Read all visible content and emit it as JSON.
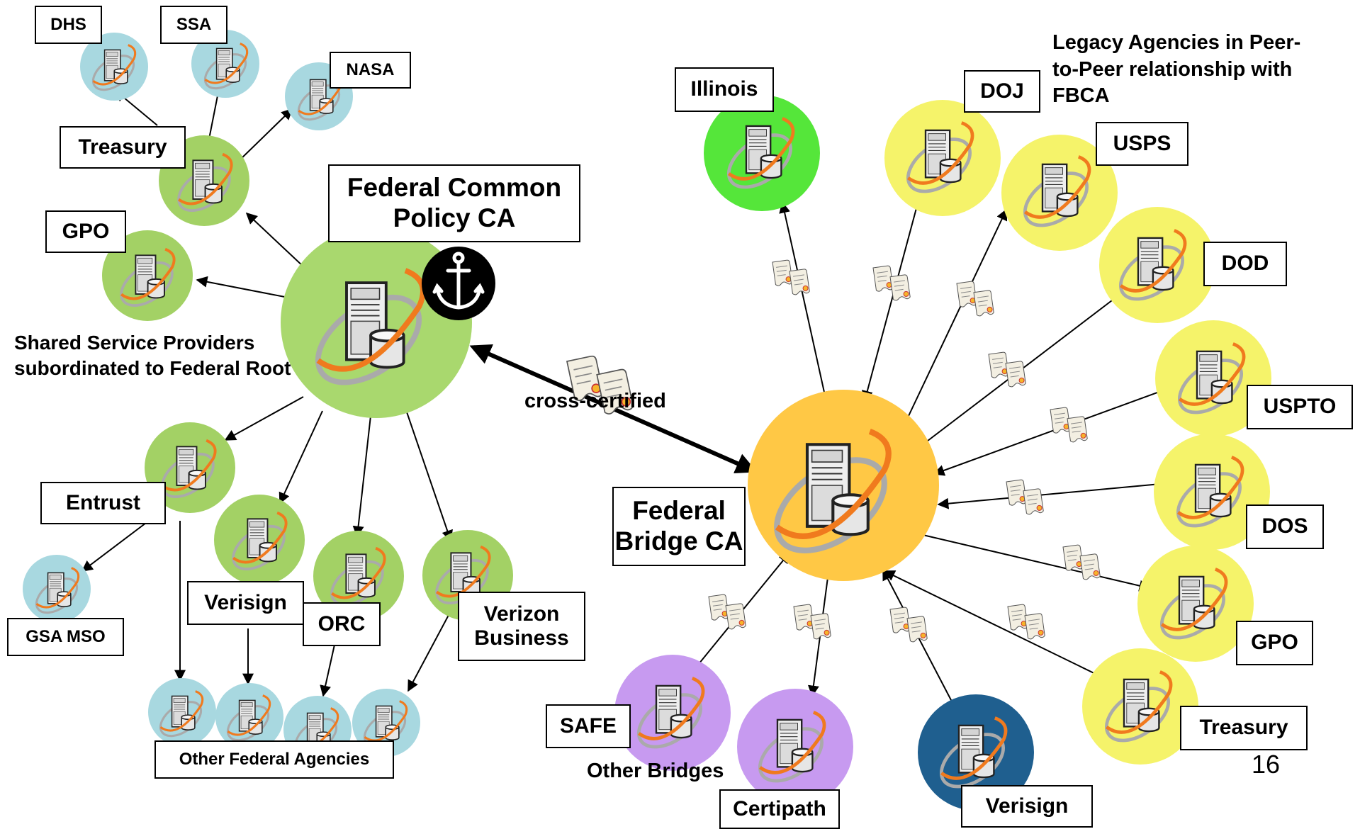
{
  "colors": {
    "fcpca_green": "#a9d86e",
    "sub_green": "#a3d165",
    "agency_blue": "#a8d8e0",
    "bridge_orange": "#ffc845",
    "legacy_yellow": "#f5f36a",
    "illinois_green": "#55e63a",
    "bridge_purple": "#c79af0",
    "verisign_blue": "#1f5f8f",
    "orange_ring": "#f07a1e"
  },
  "labels": {
    "dhs": "DHS",
    "ssa": "SSA",
    "nasa": "NASA",
    "treasury_left": "Treasury",
    "gpo_left": "GPO",
    "fcpca": "Federal Common Policy CA",
    "entrust": "Entrust",
    "gsa_mso": "GSA MSO",
    "verisign_left": "Verisign",
    "orc": "ORC",
    "verizon": "Verizon Business",
    "other_federal": "Other Federal Agencies",
    "illinois": "Illinois",
    "doj": "DOJ",
    "usps": "USPS",
    "dod": "DOD",
    "uspto": "USPTO",
    "dos": "DOS",
    "gpo_right": "GPO",
    "treasury_right": "Treasury",
    "verisign_right": "Verisign",
    "certipath": "Certipath",
    "safe": "SAFE",
    "fbca": "Federal Bridge CA"
  },
  "texts": {
    "ssp": "Shared Service Providers subordinated to Federal Root",
    "legacy": "Legacy Agencies in Peer-to-Peer relationship with FBCA",
    "cross": "cross-certified",
    "other_bridges": "Other Bridges",
    "page_number": "16"
  },
  "icons": {
    "server": "server-icon",
    "anchor": "anchor-icon",
    "certificate": "certificate-icon"
  }
}
